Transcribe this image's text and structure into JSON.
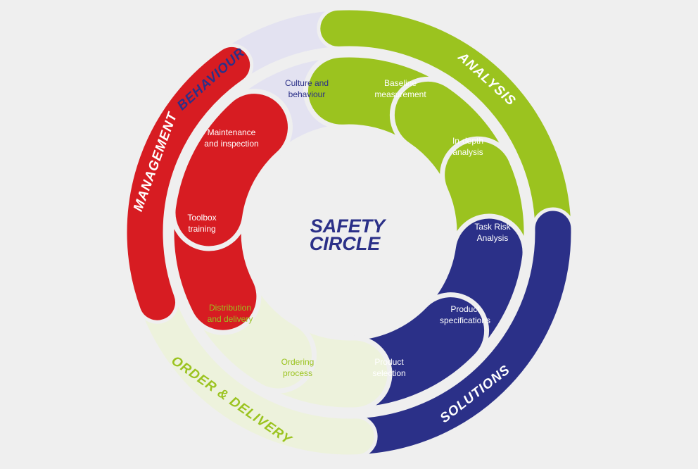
{
  "center": {
    "line1": "SAFETY",
    "line2": "CIRCLE"
  },
  "colors": {
    "background": "#efefef",
    "center_text": "#2b3088",
    "sep": "#efefef"
  },
  "segments": [
    {
      "key": "behaviour",
      "label": "BEHAVIOUR",
      "color": "#e3e2f1",
      "text_color": "#2b3088",
      "items": [
        {
          "lines": [
            "Culture and",
            "behaviour"
          ]
        }
      ]
    },
    {
      "key": "analysis",
      "label": "ANALYSIS",
      "color": "#9bc31f",
      "text_color": "#ffffff",
      "items": [
        {
          "lines": [
            "Baseline",
            "measurement"
          ]
        },
        {
          "lines": [
            "In-depth",
            "analysis"
          ]
        },
        {
          "lines": [
            "Task Risk",
            "Analysis"
          ]
        }
      ]
    },
    {
      "key": "solutions",
      "label": "SOLUTIONS",
      "color": "#2b3088",
      "text_color": "#ffffff",
      "items": [
        {
          "lines": [
            "Product",
            "specifications"
          ]
        },
        {
          "lines": [
            "Product",
            "selection"
          ]
        }
      ]
    },
    {
      "key": "order",
      "label": "ORDER & DELIVERY",
      "color": "#edf2dc",
      "text_color": "#9bc31f",
      "items": [
        {
          "lines": [
            "Ordering",
            "process"
          ]
        },
        {
          "lines": [
            "Distribution",
            "and delivery"
          ]
        }
      ]
    },
    {
      "key": "management",
      "label": "MANAGEMENT",
      "color": "#d71c22",
      "text_color": "#ffffff",
      "items": [
        {
          "lines": [
            "Toolbox",
            "training"
          ]
        },
        {
          "lines": [
            "Maintenance",
            "and inspection"
          ]
        }
      ]
    }
  ]
}
